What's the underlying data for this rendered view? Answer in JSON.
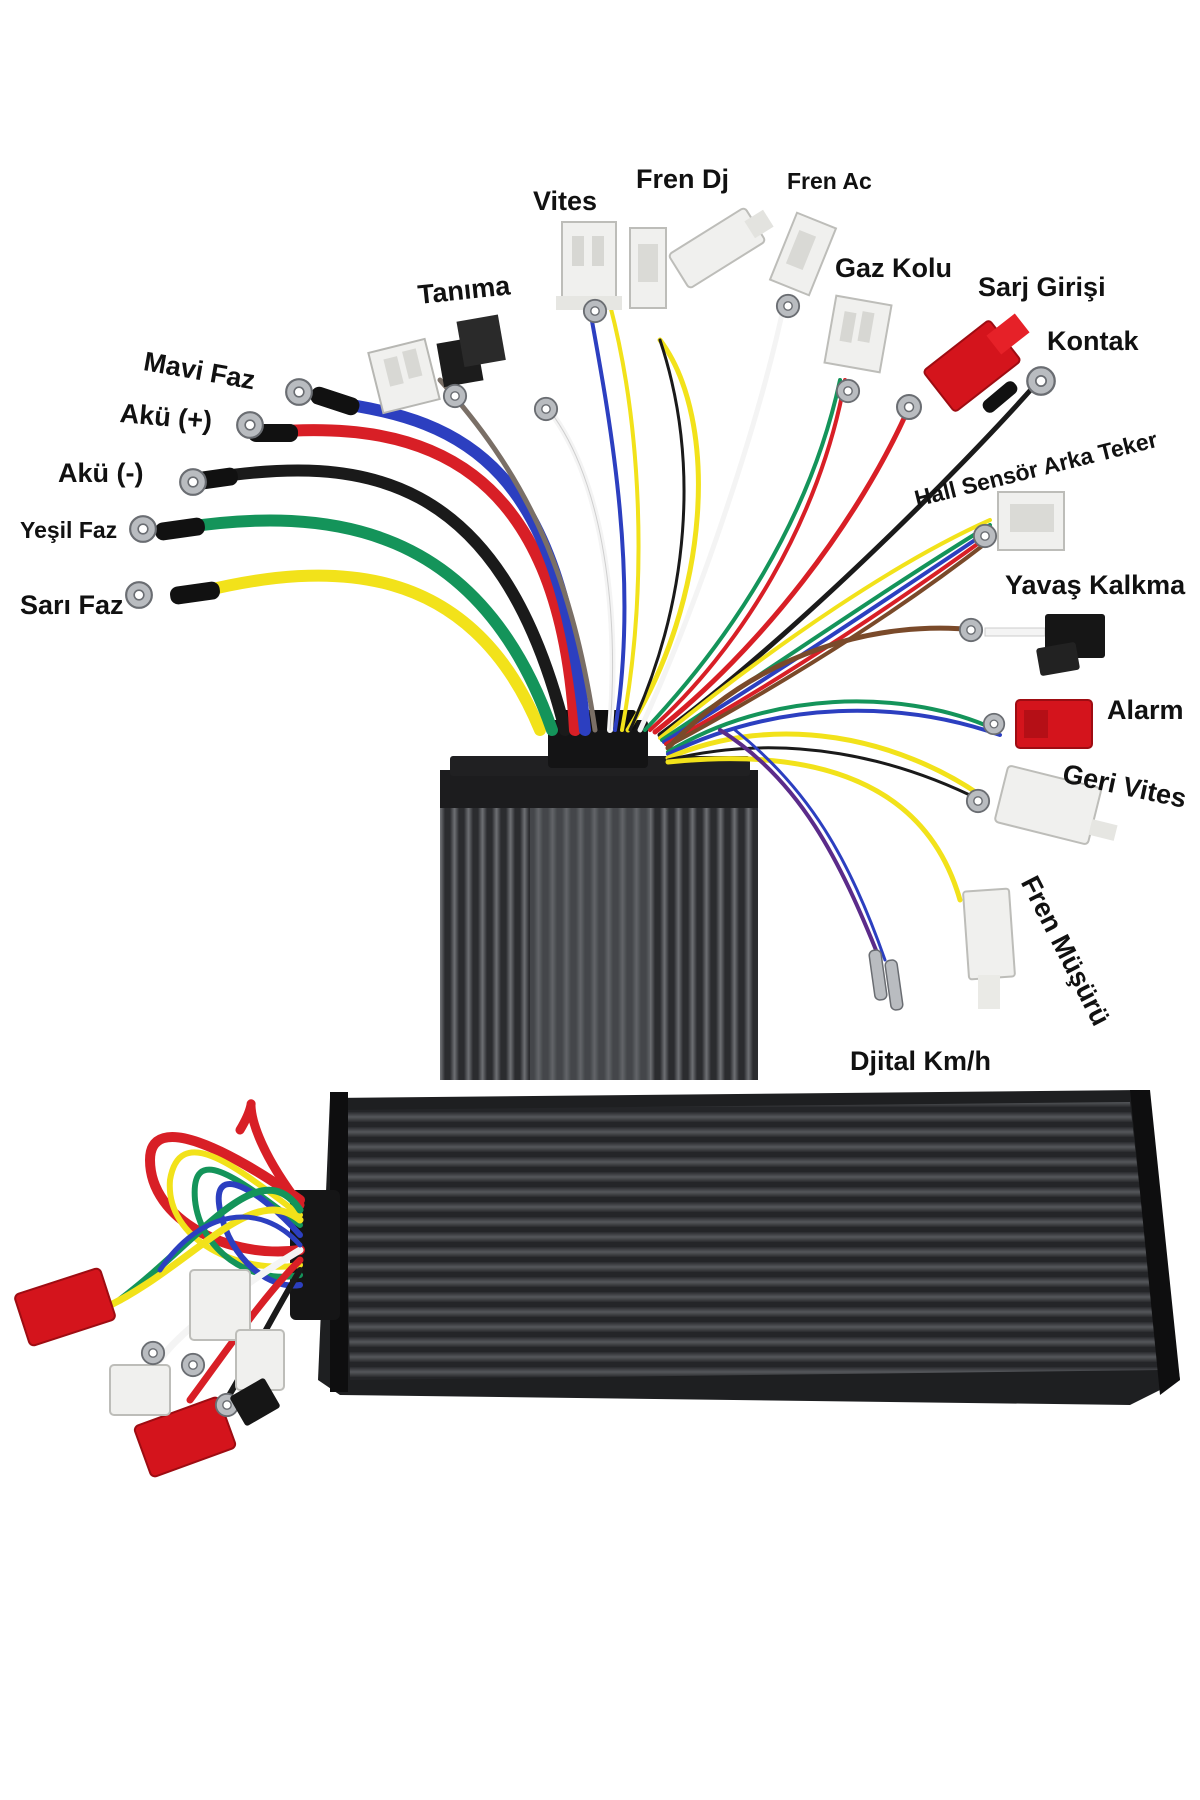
{
  "labels": {
    "vites": "Vites",
    "fren_dj": "Fren Dj",
    "fren_ac": "Fren Ac",
    "tanima": "Tanıma",
    "gaz_kolu": "Gaz Kolu",
    "sarj_girisi": "Sarj Girişi",
    "mavi_faz": "Mavi Faz",
    "kontak": "Kontak",
    "aku_arti": "Akü (+)",
    "aku_eksi": "Akü (-)",
    "hall_sensor": "Hall Sensör Arka Teker",
    "yesil_faz": "Yeşil Faz",
    "sari_faz": "Sarı Faz",
    "yavas_kalkma": "Yavaş Kalkma",
    "alarm": "Alarm",
    "geri_vites": "Geri Vites",
    "fren_musuru": "Fren Müşürü",
    "dijital_kmh": "Djital Km/h"
  },
  "colors": {
    "wire_blue": "#2c3fc0",
    "wire_red": "#d81f26",
    "wire_black": "#1a1a1a",
    "wire_green": "#14945a",
    "wire_yellow": "#f2e21a",
    "wire_white": "#f4f4f4",
    "wire_brown": "#7a4a2a",
    "wire_purple": "#5b2b8a",
    "connector_red": "#d4141c",
    "connector_white": "#f0f0ee",
    "heatsink": "#3a3b3e"
  },
  "icons": [
    "ring-terminal-icon",
    "connector-plug-icon",
    "bullet-terminal-icon"
  ]
}
